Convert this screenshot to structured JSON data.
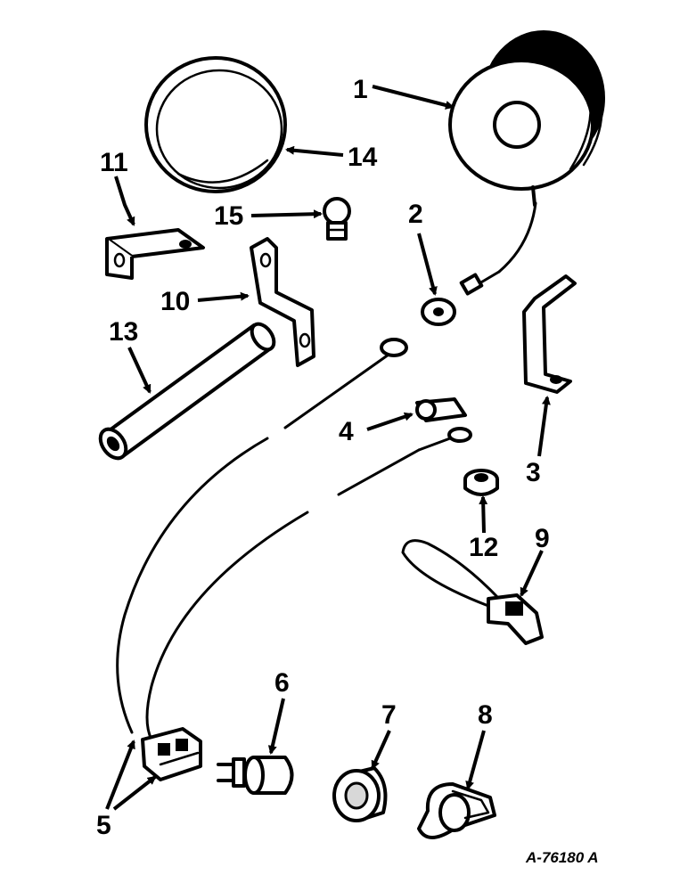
{
  "diagram": {
    "reference_code": "A-76180 A",
    "callouts": [
      {
        "id": "1",
        "label": "1"
      },
      {
        "id": "2",
        "label": "2"
      },
      {
        "id": "3",
        "label": "3"
      },
      {
        "id": "4",
        "label": "4"
      },
      {
        "id": "5",
        "label": "5"
      },
      {
        "id": "6",
        "label": "6"
      },
      {
        "id": "7",
        "label": "7"
      },
      {
        "id": "8",
        "label": "8"
      },
      {
        "id": "9",
        "label": "9"
      },
      {
        "id": "10",
        "label": "10"
      },
      {
        "id": "11",
        "label": "11"
      },
      {
        "id": "12",
        "label": "12"
      },
      {
        "id": "13",
        "label": "13"
      },
      {
        "id": "14",
        "label": "14"
      },
      {
        "id": "15",
        "label": "15"
      }
    ]
  }
}
